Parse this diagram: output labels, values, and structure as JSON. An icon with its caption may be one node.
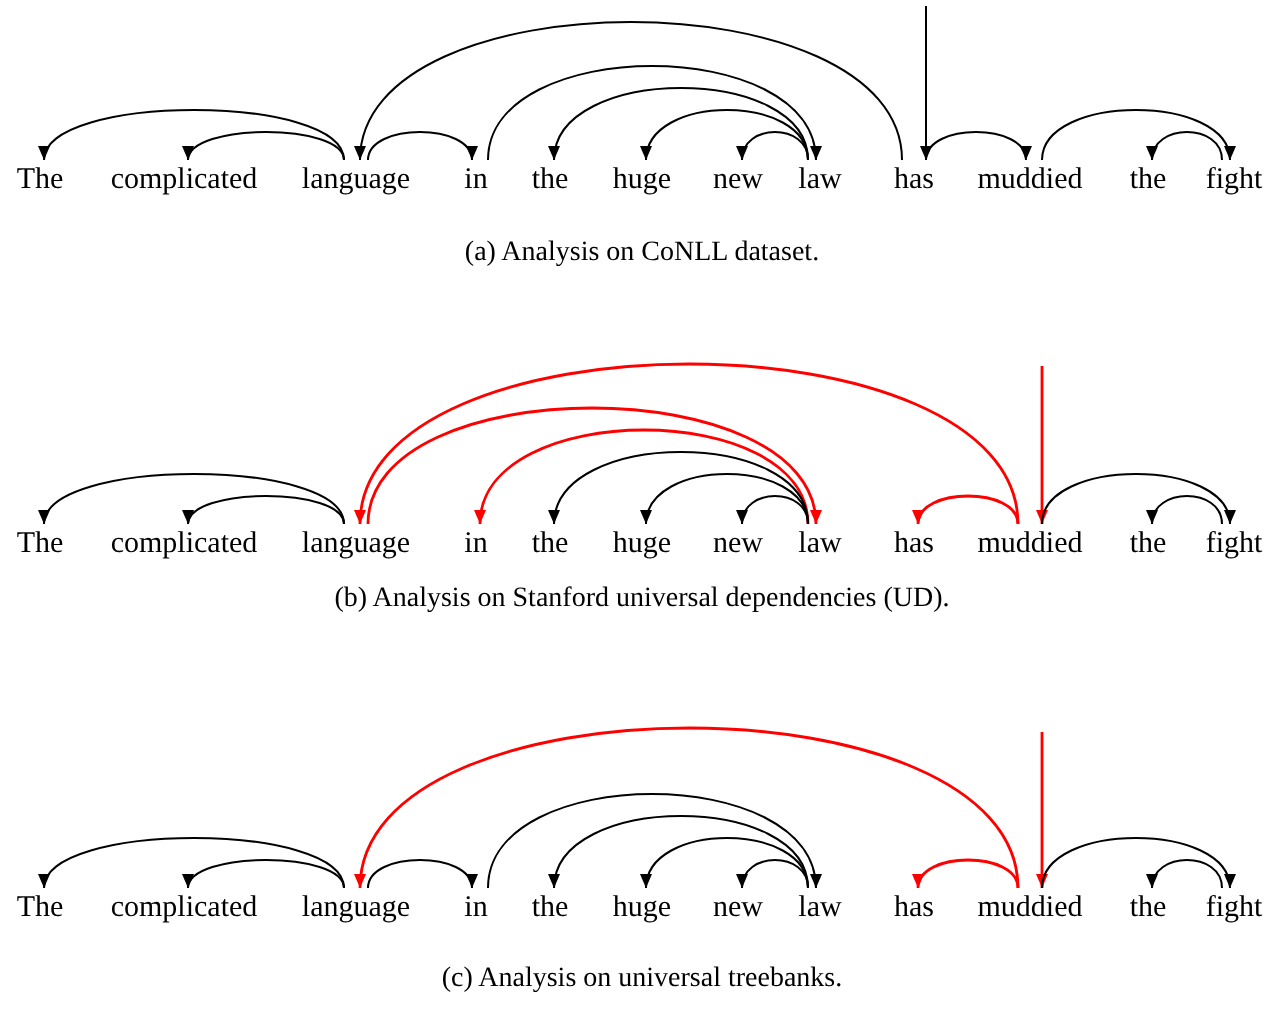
{
  "diagram": {
    "nodes": [
      {
        "text": [
          "The"
        ]
      },
      {
        "text": [
          "complicated"
        ]
      },
      {
        "text": [
          "language"
        ]
      },
      {
        "text": [
          "in"
        ]
      },
      {
        "text": [
          "the"
        ]
      },
      {
        "text": [
          "huge"
        ]
      },
      {
        "text": [
          "new"
        ]
      },
      {
        "text": [
          "law"
        ]
      },
      {
        "text": [
          "has"
        ]
      },
      {
        "text": [
          "muddied"
        ]
      },
      {
        "text": [
          "the"
        ]
      },
      {
        "text": [
          "fight"
        ]
      },
      {
        "text": [
          "The"
        ]
      },
      {
        "text": [
          "complicated"
        ]
      },
      {
        "text": [
          "language"
        ]
      },
      {
        "text": [
          "in"
        ]
      },
      {
        "text": [
          "the"
        ]
      },
      {
        "text": [
          "huge"
        ]
      },
      {
        "text": [
          "new"
        ]
      },
      {
        "text": [
          "law"
        ]
      },
      {
        "text": [
          "has"
        ]
      },
      {
        "text": [
          "muddied"
        ]
      },
      {
        "text": [
          "the"
        ]
      },
      {
        "text": [
          "fight"
        ]
      },
      {
        "text": [
          "The"
        ]
      },
      {
        "text": [
          "complicated"
        ]
      },
      {
        "text": [
          "language"
        ]
      },
      {
        "text": [
          "in"
        ]
      },
      {
        "text": [
          "the"
        ]
      },
      {
        "text": [
          "huge"
        ]
      },
      {
        "text": [
          "new"
        ]
      },
      {
        "text": [
          "law"
        ]
      },
      {
        "text": [
          "has"
        ]
      },
      {
        "text": [
          "muddied"
        ]
      },
      {
        "text": [
          "the"
        ]
      },
      {
        "text": [
          "fight"
        ]
      }
    ],
    "edges": [
      {
        "from": null,
        "to": 8,
        "arrow": "to"
      },
      {
        "from": 2,
        "to": 0,
        "arrow": "to"
      },
      {
        "from": 2,
        "to": 1,
        "arrow": "to"
      },
      {
        "from": 8,
        "to": 2,
        "arrow": "to"
      },
      {
        "from": 2,
        "to": 3,
        "arrow": "to"
      },
      {
        "from": 3,
        "to": 7,
        "arrow": "to"
      },
      {
        "from": 7,
        "to": 4,
        "arrow": "to"
      },
      {
        "from": 7,
        "to": 5,
        "arrow": "to"
      },
      {
        "from": 7,
        "to": 6,
        "arrow": "to"
      },
      {
        "from": 8,
        "to": 9,
        "arrow": "to"
      },
      {
        "from": 9,
        "to": 11,
        "arrow": "to"
      },
      {
        "from": 11,
        "to": 10,
        "arrow": "to"
      },
      {
        "from": null,
        "to": 21,
        "arrow": "to",
        "color": "#ff0000"
      },
      {
        "from": 14,
        "to": 12,
        "arrow": "to"
      },
      {
        "from": 14,
        "to": 13,
        "arrow": "to"
      },
      {
        "from": 21,
        "to": 14,
        "arrow": "to",
        "color": "#ff0000"
      },
      {
        "from": 14,
        "to": 19,
        "arrow": "to",
        "color": "#ff0000"
      },
      {
        "from": 19,
        "to": 15,
        "arrow": "to",
        "color": "#ff0000"
      },
      {
        "from": 19,
        "to": 16,
        "arrow": "to"
      },
      {
        "from": 19,
        "to": 17,
        "arrow": "to"
      },
      {
        "from": 19,
        "to": 18,
        "arrow": "to"
      },
      {
        "from": 21,
        "to": 20,
        "arrow": "to",
        "color": "#ff0000"
      },
      {
        "from": 21,
        "to": 23,
        "arrow": "to"
      },
      {
        "from": 23,
        "to": 22,
        "arrow": "to"
      },
      {
        "from": null,
        "to": 33,
        "arrow": "to",
        "color": "#ff0000"
      },
      {
        "from": 26,
        "to": 24,
        "arrow": "to"
      },
      {
        "from": 26,
        "to": 25,
        "arrow": "to"
      },
      {
        "from": 33,
        "to": 26,
        "arrow": "to",
        "color": "#ff0000"
      },
      {
        "from": 26,
        "to": 27,
        "arrow": "to"
      },
      {
        "from": 27,
        "to": 31,
        "arrow": "to"
      },
      {
        "from": 31,
        "to": 28,
        "arrow": "to"
      },
      {
        "from": 31,
        "to": 29,
        "arrow": "to"
      },
      {
        "from": 31,
        "to": 30,
        "arrow": "to"
      },
      {
        "from": 33,
        "to": 32,
        "arrow": "to",
        "color": "#ff0000"
      },
      {
        "from": 33,
        "to": 35,
        "arrow": "to"
      },
      {
        "from": 35,
        "to": 34,
        "arrow": "to"
      }
    ],
    "labels": [
      "(a) Analysis on CoNLL dataset.",
      "(b) Analysis on Stanford universal dependencies (UD).",
      "(c) Analysis on universal treebanks."
    ]
  }
}
